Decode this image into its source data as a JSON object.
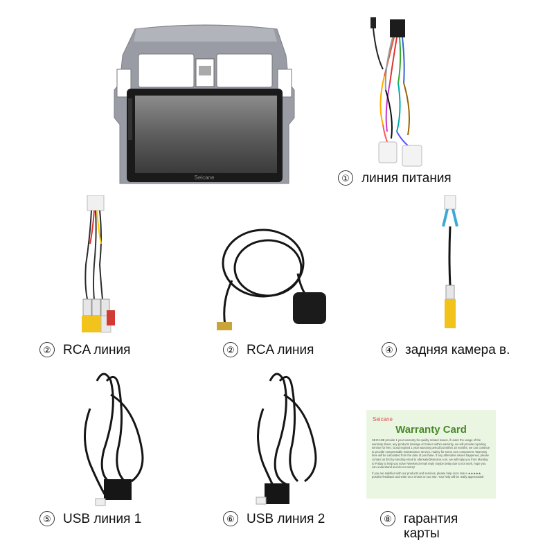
{
  "items": [
    {
      "num": "①",
      "label": "линия питания"
    },
    {
      "num": "②",
      "label": "RCA  линия"
    },
    {
      "num": "②",
      "label": "RCA  линия"
    },
    {
      "num": "④",
      "label": "задняя камера в."
    },
    {
      "num": "⑤",
      "label": "USB линия  1"
    },
    {
      "num": "⑥",
      "label": "USB линия  2"
    },
    {
      "num": "⑧",
      "label": "гарантия"
    },
    {
      "num": "",
      "label": "карты"
    }
  ],
  "head_unit": {
    "screen_logo": "Seicane"
  },
  "warranty_card": {
    "brand": "Seicane",
    "title": "Warranty Card",
    "text": "SEICANE provide 1 year warranty for quality related issues, if under the usage of the warranty sheet, any products damage or broken within warranty, we will provide repairing service for free. Good expired 1 year warranty period but within 18 months, we can continue to provide compensable maintenance service, mainly for some core component. Warranty time will be calculated from the date of purchase. If any aftersales issues happened, please contact us first by sending email to aftersale@seicane.com, we will reply you from Monday to Friday to help you solve! Weekend email reply maybe delay due to not work, hope you can understand and do not worry!",
    "text2": "If you are satisfied with our products and services, please help us to rate a ★★★★★ positive feedback and write us a review on our site. Your help will be really appreciated!"
  },
  "colors": {
    "cable": "#151515",
    "bezel": "#9a9ca5",
    "rca_yellow": "#f2c31a",
    "rca_white": "#e8e8e8",
    "rca_red": "#d23b33",
    "camera_blue": "#3fa9d6",
    "card_bg": "#eaf5e2",
    "card_title": "#4a8a2a"
  }
}
